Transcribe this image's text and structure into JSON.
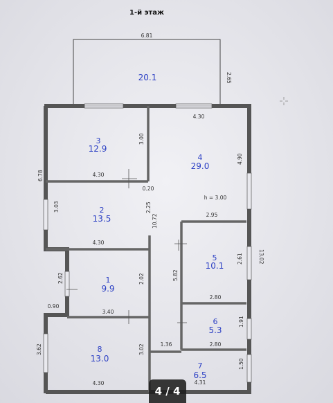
{
  "title": "1-й этаж",
  "pager": "4 / 4",
  "balcony": {
    "area": "20.1",
    "width": "6.81",
    "depth": "2.65"
  },
  "rooms": [
    {
      "id": "3",
      "area": "12.9",
      "dims": [
        "3.00",
        "4.30"
      ]
    },
    {
      "id": "4",
      "area": "29.0",
      "dims": [
        "4.30",
        "4.90",
        "h = 3.00",
        "2.95"
      ]
    },
    {
      "id": "2",
      "area": "13.5",
      "dims": [
        "3.03",
        "4.30",
        "2.25"
      ]
    },
    {
      "id": "1",
      "area": "9.9",
      "dims": [
        "2.62",
        "2.02",
        "3.40"
      ]
    },
    {
      "id": "5",
      "area": "10.1",
      "dims": [
        "2.61",
        "2.80"
      ]
    },
    {
      "id": "6",
      "area": "5.3",
      "dims": [
        "1.91",
        "2.80"
      ]
    },
    {
      "id": "8",
      "area": "13.0",
      "dims": [
        "3.62",
        "3.02",
        "4.30"
      ]
    },
    {
      "id": "7",
      "area": "6.5",
      "dims": [
        "1.36",
        "1.50",
        "4.31"
      ]
    }
  ],
  "overall": {
    "left_height": "6.78",
    "right_height": "13.02",
    "corridor": "10.72",
    "wall_gap": "0.20",
    "step": "0.90",
    "mid": "5.82"
  }
}
